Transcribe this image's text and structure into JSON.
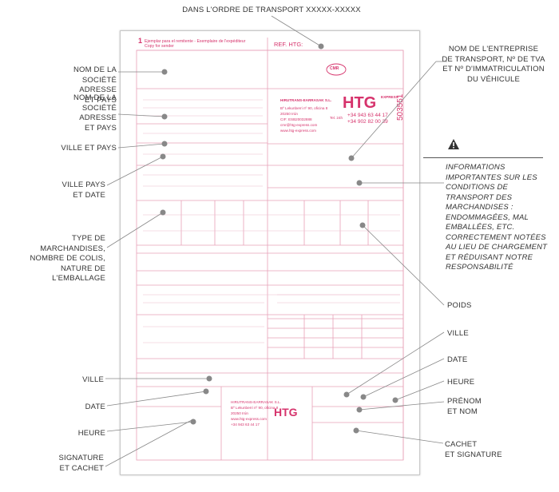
{
  "callouts": {
    "top": "DANS L'ORDRE DE TRANSPORT XXXXX-XXXXX",
    "sender": [
      "NOM DE LA",
      "SOCIÉTÉ ADRESSE",
      "ET PAYS"
    ],
    "consignee": [
      "NOM DE LA",
      "SOCIÉTÉ ADRESSE",
      "ET PAYS"
    ],
    "city_country": [
      "VILLE ET PAYS"
    ],
    "city_country_date": [
      "VILLE PAYS",
      "ET DATE"
    ],
    "goods": [
      "TYPE DE",
      "MARCHANDISES,",
      "NOMBRE DE COLIS,",
      "NATURE DE",
      "L'EMBALLAGE"
    ],
    "city_left": [
      "VILLE"
    ],
    "date_left": [
      "DATE"
    ],
    "hour_left": [
      "HEURE"
    ],
    "signature_left": [
      "SIGNATURE",
      "ET CACHET"
    ],
    "carrier": [
      "NOM DE L'ENTREPRISE",
      "DE TRANSPORT, Nº DE TVA",
      "ET Nº D'IMMATRICULATION",
      "DU VÉHICULE"
    ],
    "warning": [
      "INFORMATIONS",
      "IMPORTANTES SUR LES",
      "CONDITIONS DE",
      "TRANSPORT DES",
      "MARCHANDISES :",
      "ENDOMMAGÉES, MAL",
      "EMBALLÉES, ETC.",
      "CORRECTEMENT NOTÉES",
      "AU LIEU DE CHARGEMENT",
      "ET RÉDUISANT NOTRE",
      "RESPONSABILITÉ"
    ],
    "weight": [
      "POIDS"
    ],
    "city_right": [
      "VILLE"
    ],
    "date_right": [
      "DATE"
    ],
    "hour_right": [
      "HEURE"
    ],
    "name_right": [
      "PRÉNOM",
      "ET NOM"
    ],
    "stamp_right": [
      "CACHET",
      "ET SIGNATURE"
    ]
  },
  "warning_icon": "warning-triangle-icon",
  "document": {
    "copy_number": "1",
    "copy_title": "Ejemplar para el remitente - Exemplaire de l'expéditeur",
    "copy_subtitle": "Copy for sender",
    "ref_label": "REF. HTG:",
    "cmr_badge": "CMR",
    "logo": "HTG",
    "logo_tag": "EXPRESS",
    "company_name": "HIRUTRANS-EARRASAK S.L.",
    "company_address": "Bº Lekunberri nº 90, oficina 8",
    "company_city": "20250 Irún",
    "company_cif": "CIF: ESB20032888",
    "company_email": "cmr@htg-express.com",
    "company_web": "www.htg-express.com",
    "tel_label": "Tel. 24h",
    "phone_1": "+34 943 63 44 17",
    "phone_2": "+34 902 82 00 39",
    "serial": "503551",
    "colors": {
      "accent": "#d6336c",
      "line": "#e8a0b8"
    }
  }
}
